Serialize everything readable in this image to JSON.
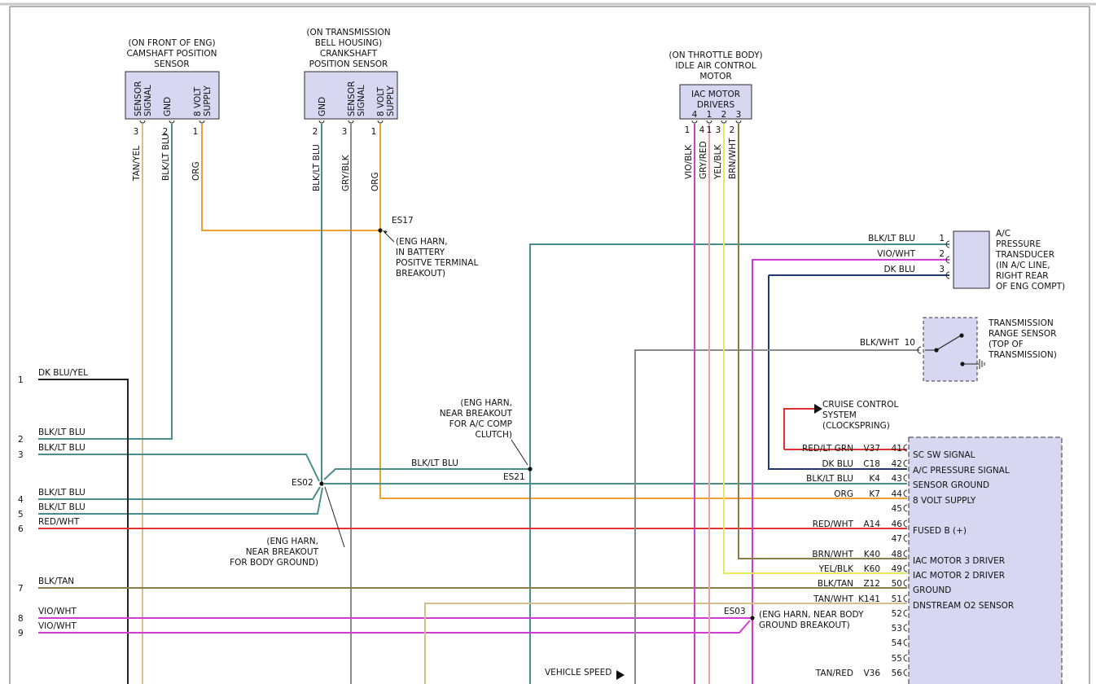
{
  "colors": {
    "teal": "#4b8c8c",
    "orange": "#f0a030",
    "tan": "#d6c08a",
    "gray": "#8a8a8a",
    "violet": "#d23cd2",
    "pink": "#e8a0a0",
    "yellow": "#e8e860",
    "brown": "#8c7c4a",
    "red": "#e03030",
    "navy": "#1e3a6e",
    "black": "#222222",
    "module_fill": "#d7d7f2"
  },
  "components": {
    "cam_sensor": {
      "caption": [
        "(ON FRONT OF ENG)",
        "CAMSHAFT POSITION",
        "SENSOR"
      ],
      "pins": [
        {
          "label1": "SENSOR",
          "label2": "SIGNAL",
          "num": "3",
          "wire": "TAN/YEL"
        },
        {
          "label1": "GND",
          "label2": "",
          "num": "2",
          "wire": "BLK/LT BLU"
        },
        {
          "label1": "8 VOLT",
          "label2": "SUPPLY",
          "num": "1",
          "wire": "ORG"
        }
      ]
    },
    "crank_sensor": {
      "caption": [
        "(ON TRANSMISSION",
        "BELL HOUSING)",
        "CRANKSHAFT",
        "POSITION SENSOR"
      ],
      "pins": [
        {
          "label1": "GND",
          "label2": "",
          "num": "2",
          "wire": "BLK/LT BLU"
        },
        {
          "label1": "SENSOR",
          "label2": "SIGNAL",
          "num": "3",
          "wire": "GRY/BLK"
        },
        {
          "label1": "8 VOLT",
          "label2": "SUPPLY",
          "num": "1",
          "wire": "ORG"
        }
      ]
    },
    "iac_motor": {
      "caption": [
        "(ON THROTTLE BODY)",
        "IDLE AIR CONTROL",
        "MOTOR"
      ],
      "box_label": [
        "IAC MOTOR",
        "DRIVERS"
      ],
      "box_pins": [
        "4",
        "1",
        "2",
        "3"
      ],
      "pins": [
        {
          "num": "1",
          "wire": "VIO/BLK"
        },
        {
          "num": "4",
          "wire": "GRY/RED"
        },
        {
          "num": "1",
          "wire": ""
        },
        {
          "num": "3",
          "wire": "YEL/BLK"
        },
        {
          "num": "2",
          "wire": "BRN/WHT"
        }
      ]
    },
    "ac_transducer": {
      "caption": [
        "A/C",
        "PRESSURE",
        "TRANSDUCER",
        "(IN A/C LINE,",
        "RIGHT REAR",
        "OF ENG COMPT)"
      ],
      "pins": [
        {
          "num": "1",
          "wire": "BLK/LT BLU"
        },
        {
          "num": "2",
          "wire": "VIO/WHT"
        },
        {
          "num": "3",
          "wire": "DK BLU"
        }
      ]
    },
    "trs": {
      "caption": [
        "TRANSMISSION",
        "RANGE SENSOR",
        "(TOP OF",
        "TRANSMISSION)"
      ],
      "wire": "BLK/WHT",
      "num": "10"
    },
    "cruise": {
      "caption": [
        "CRUISE CONTROL",
        "SYSTEM",
        "(CLOCKSPRING)"
      ]
    },
    "vss": {
      "caption": "VEHICLE SPEED"
    }
  },
  "splices": {
    "es17": {
      "name": "ES17",
      "note": [
        "(ENG HARN,",
        "IN BATTERY",
        "POSITVE TERMINAL",
        "BREAKOUT)"
      ]
    },
    "es21": {
      "name": "ES21",
      "note": [
        "(ENG HARN,",
        "NEAR BREAKOUT",
        "FOR A/C COMP",
        "CLUTCH)"
      ]
    },
    "es02": {
      "name": "ES02",
      "note": [
        "(ENG HARN,",
        "NEAR BREAKOUT",
        "FOR BODY GROUND)"
      ]
    },
    "es03": {
      "name": "ES03",
      "note": [
        "(ENG HARN, NEAR BODY",
        "GROUND BREAKOUT)"
      ]
    }
  },
  "left_connector": [
    {
      "num": "1",
      "wire": "DK BLU/YEL"
    },
    {
      "num": "2",
      "wire": "BLK/LT BLU"
    },
    {
      "num": "3",
      "wire": "BLK/LT BLU"
    },
    {
      "num": "4",
      "wire": "BLK/LT BLU"
    },
    {
      "num": "5",
      "wire": "BLK/LT BLU"
    },
    {
      "num": "6",
      "wire": "RED/WHT"
    },
    {
      "num": "7",
      "wire": "BLK/TAN"
    },
    {
      "num": "8",
      "wire": "VIO/WHT"
    },
    {
      "num": "9",
      "wire": "VIO/WHT"
    }
  ],
  "mid_wire": "BLK/LT BLU",
  "module_pins": [
    {
      "num": "41",
      "wire": "RED/LT GRN",
      "circuit": "V37",
      "func": "SC SW SIGNAL"
    },
    {
      "num": "42",
      "wire": "DK BLU",
      "circuit": "C18",
      "func": "A/C PRESSURE SIGNAL"
    },
    {
      "num": "43",
      "wire": "BLK/LT BLU",
      "circuit": "K4",
      "func": "SENSOR GROUND"
    },
    {
      "num": "44",
      "wire": "ORG",
      "circuit": "K7",
      "func": "8 VOLT SUPPLY"
    },
    {
      "num": "45",
      "wire": "",
      "circuit": "",
      "func": ""
    },
    {
      "num": "46",
      "wire": "RED/WHT",
      "circuit": "A14",
      "func": "FUSED B (+)"
    },
    {
      "num": "47",
      "wire": "",
      "circuit": "",
      "func": ""
    },
    {
      "num": "48",
      "wire": "BRN/WHT",
      "circuit": "K40",
      "func": "IAC MOTOR 3 DRIVER"
    },
    {
      "num": "49",
      "wire": "YEL/BLK",
      "circuit": "K60",
      "func": "IAC MOTOR 2 DRIVER"
    },
    {
      "num": "50",
      "wire": "BLK/TAN",
      "circuit": "Z12",
      "func": "GROUND"
    },
    {
      "num": "51",
      "wire": "TAN/WHT",
      "circuit": "K141",
      "func": "DNSTREAM O2 SENSOR"
    },
    {
      "num": "52",
      "wire": "",
      "circuit": "",
      "func": ""
    },
    {
      "num": "53",
      "wire": "",
      "circuit": "",
      "func": ""
    },
    {
      "num": "54",
      "wire": "",
      "circuit": "",
      "func": ""
    },
    {
      "num": "55",
      "wire": "",
      "circuit": "",
      "func": ""
    },
    {
      "num": "56",
      "wire": "TAN/RED",
      "circuit": "V36",
      "func": ""
    }
  ]
}
